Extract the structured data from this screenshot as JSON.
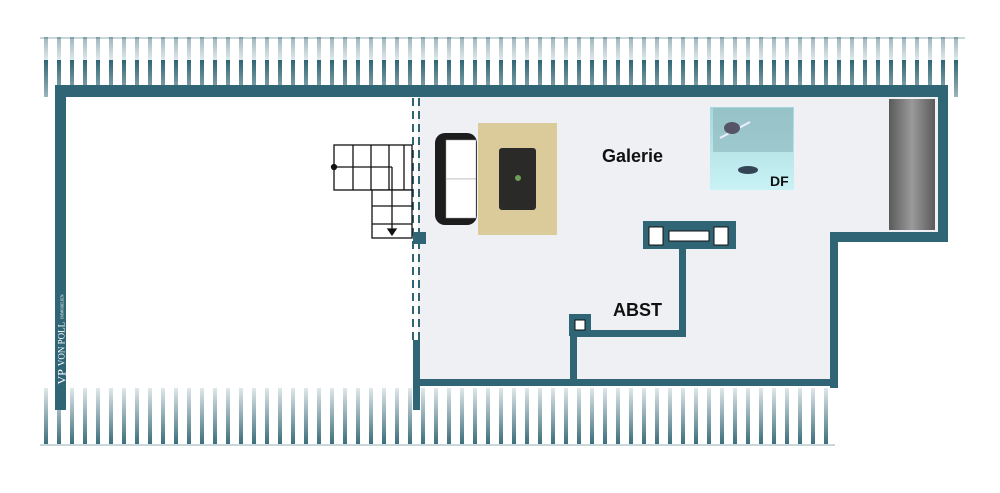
{
  "floorplan": {
    "rooms": [
      {
        "label": "Galerie"
      },
      {
        "label": "ABST"
      },
      {
        "label": "DF"
      }
    ],
    "logo": {
      "mark": "VP",
      "name": "VON POLL",
      "sub": "IMMOBILIEN"
    }
  },
  "colors": {
    "wall": "#2f6574",
    "floor": "#eef0f4",
    "rug": "#dccb9a"
  }
}
